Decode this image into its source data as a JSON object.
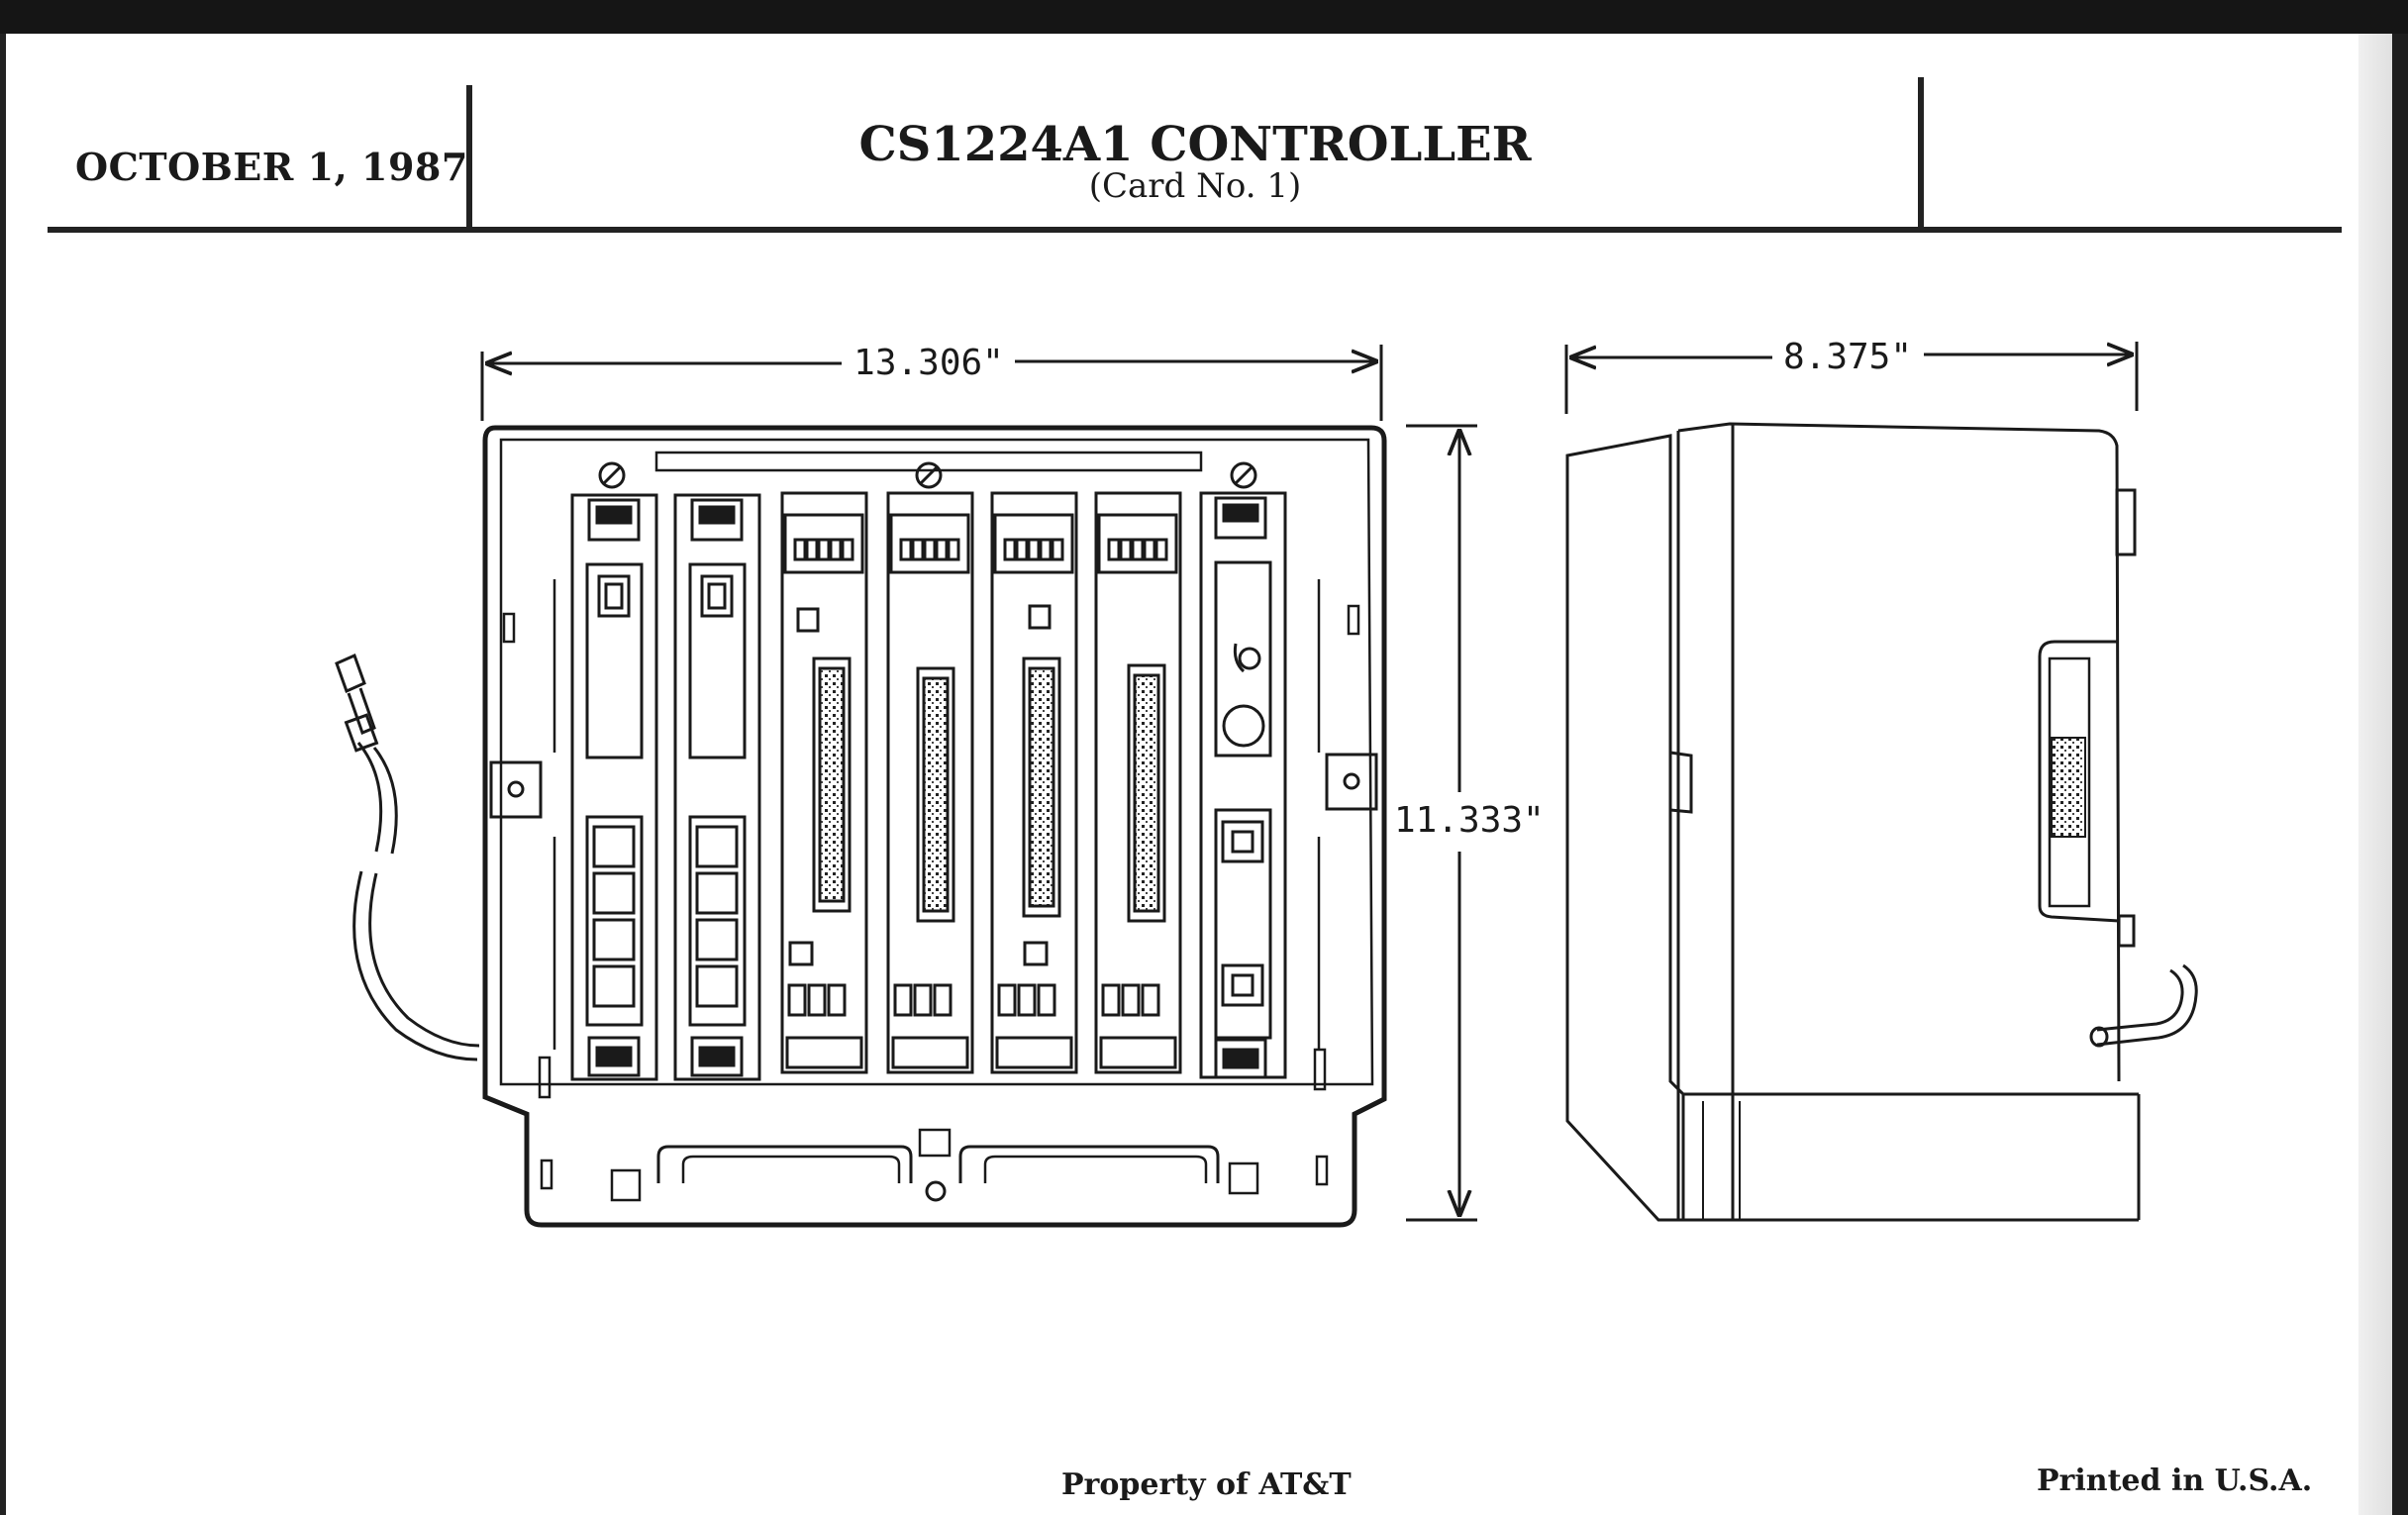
{
  "header": {
    "date": "OCTOBER 1, 1987",
    "title": "CS1224A1 CONTROLLER",
    "subtitle": "(Card No. 1)"
  },
  "dimensions": {
    "front_width": "13.306\"",
    "height": "11.333\"",
    "side_depth": "8.375\""
  },
  "footer": {
    "left": "Property of AT&T",
    "right": "Printed in U.S.A."
  }
}
